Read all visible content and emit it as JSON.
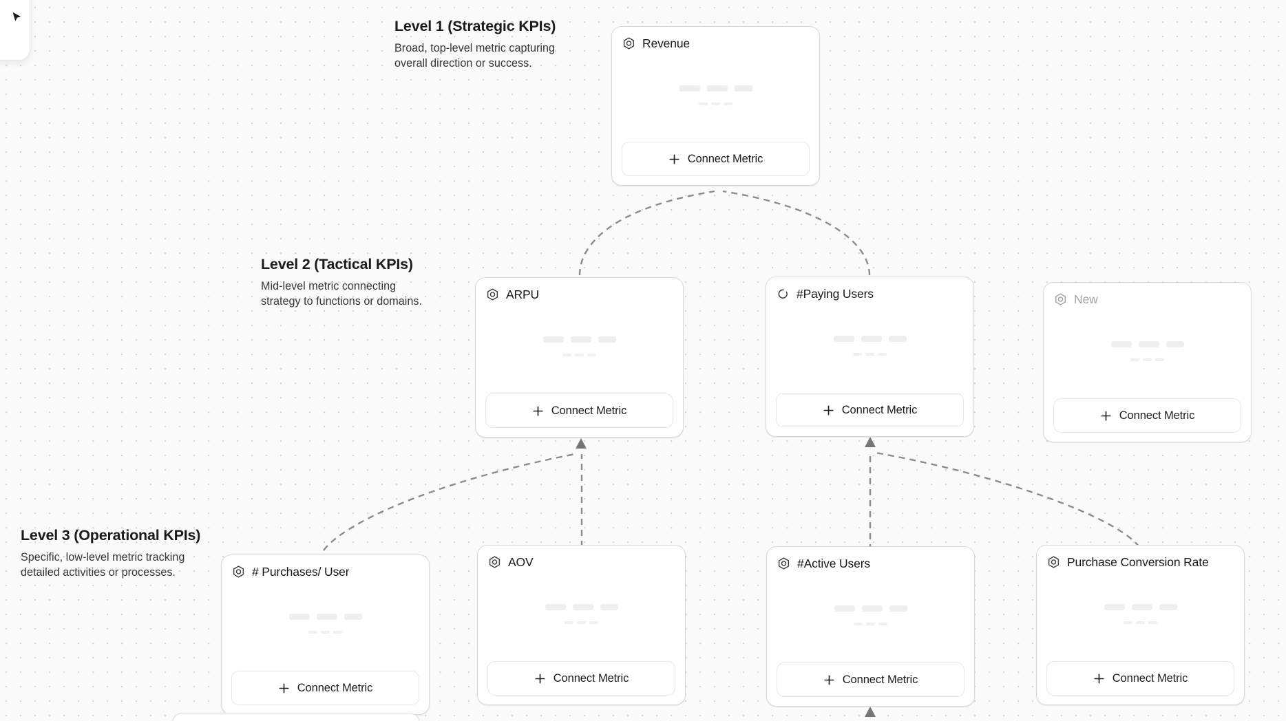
{
  "canvas": {
    "background_color": "#fafafa",
    "dot_color": "#d6d6d9",
    "edge_color": "#8b8b8f",
    "card_border_color": "#d9d9dd",
    "skeleton_color": "#efeff1"
  },
  "corner_panel": {
    "name": "floating-toolbar-panel",
    "cursor_glyph": "➤"
  },
  "levels": [
    {
      "id": "level-1",
      "title": "Level 1 (Strategic KPIs)",
      "description": "Broad, top-level metric capturing\noverall direction or success."
    },
    {
      "id": "level-2",
      "title": "Level 2 (Tactical KPIs)",
      "description": "Mid-level metric connecting\nstrategy to functions or domains."
    },
    {
      "id": "level-3",
      "title": "Level 3 (Operational KPIs)",
      "description": "Specific, low-level metric tracking\ndetailed activities or processes."
    }
  ],
  "connect_button_label": "Connect Metric",
  "nodes": [
    {
      "id": "revenue",
      "title": "Revenue",
      "level": 1,
      "icon": "hexagon-metric-icon",
      "state": "active",
      "connect_label": "Connect Metric"
    },
    {
      "id": "arpu",
      "title": "ARPU",
      "level": 2,
      "icon": "hexagon-metric-icon",
      "state": "active",
      "connect_label": "Connect Metric"
    },
    {
      "id": "paying-users",
      "title": "#Paying Users",
      "level": 2,
      "icon": "loading-spinner-icon",
      "state": "loading",
      "connect_label": "Connect Metric"
    },
    {
      "id": "new",
      "title": "New",
      "level": 2,
      "icon": "hexagon-metric-icon",
      "state": "placeholder",
      "connect_label": "Connect Metric"
    },
    {
      "id": "purchases-per-user",
      "title": "# Purchases/ User",
      "level": 3,
      "icon": "hexagon-metric-icon",
      "state": "active",
      "connect_label": "Connect Metric"
    },
    {
      "id": "aov",
      "title": "AOV",
      "level": 3,
      "icon": "hexagon-metric-icon",
      "state": "active",
      "connect_label": "Connect Metric"
    },
    {
      "id": "active-users",
      "title": "#Active Users",
      "level": 3,
      "icon": "hexagon-metric-icon",
      "state": "active",
      "connect_label": "Connect Metric"
    },
    {
      "id": "purchase-conversion-rate",
      "title": "Purchase Conversion Rate",
      "level": 3,
      "icon": "hexagon-metric-icon",
      "state": "active",
      "connect_label": "Connect Metric"
    }
  ],
  "edges": [
    {
      "from": "arpu",
      "to": "revenue"
    },
    {
      "from": "paying-users",
      "to": "revenue"
    },
    {
      "from": "purchases-per-user",
      "to": "arpu"
    },
    {
      "from": "aov",
      "to": "arpu"
    },
    {
      "from": "active-users",
      "to": "paying-users"
    },
    {
      "from": "purchase-conversion-rate",
      "to": "paying-users"
    }
  ]
}
